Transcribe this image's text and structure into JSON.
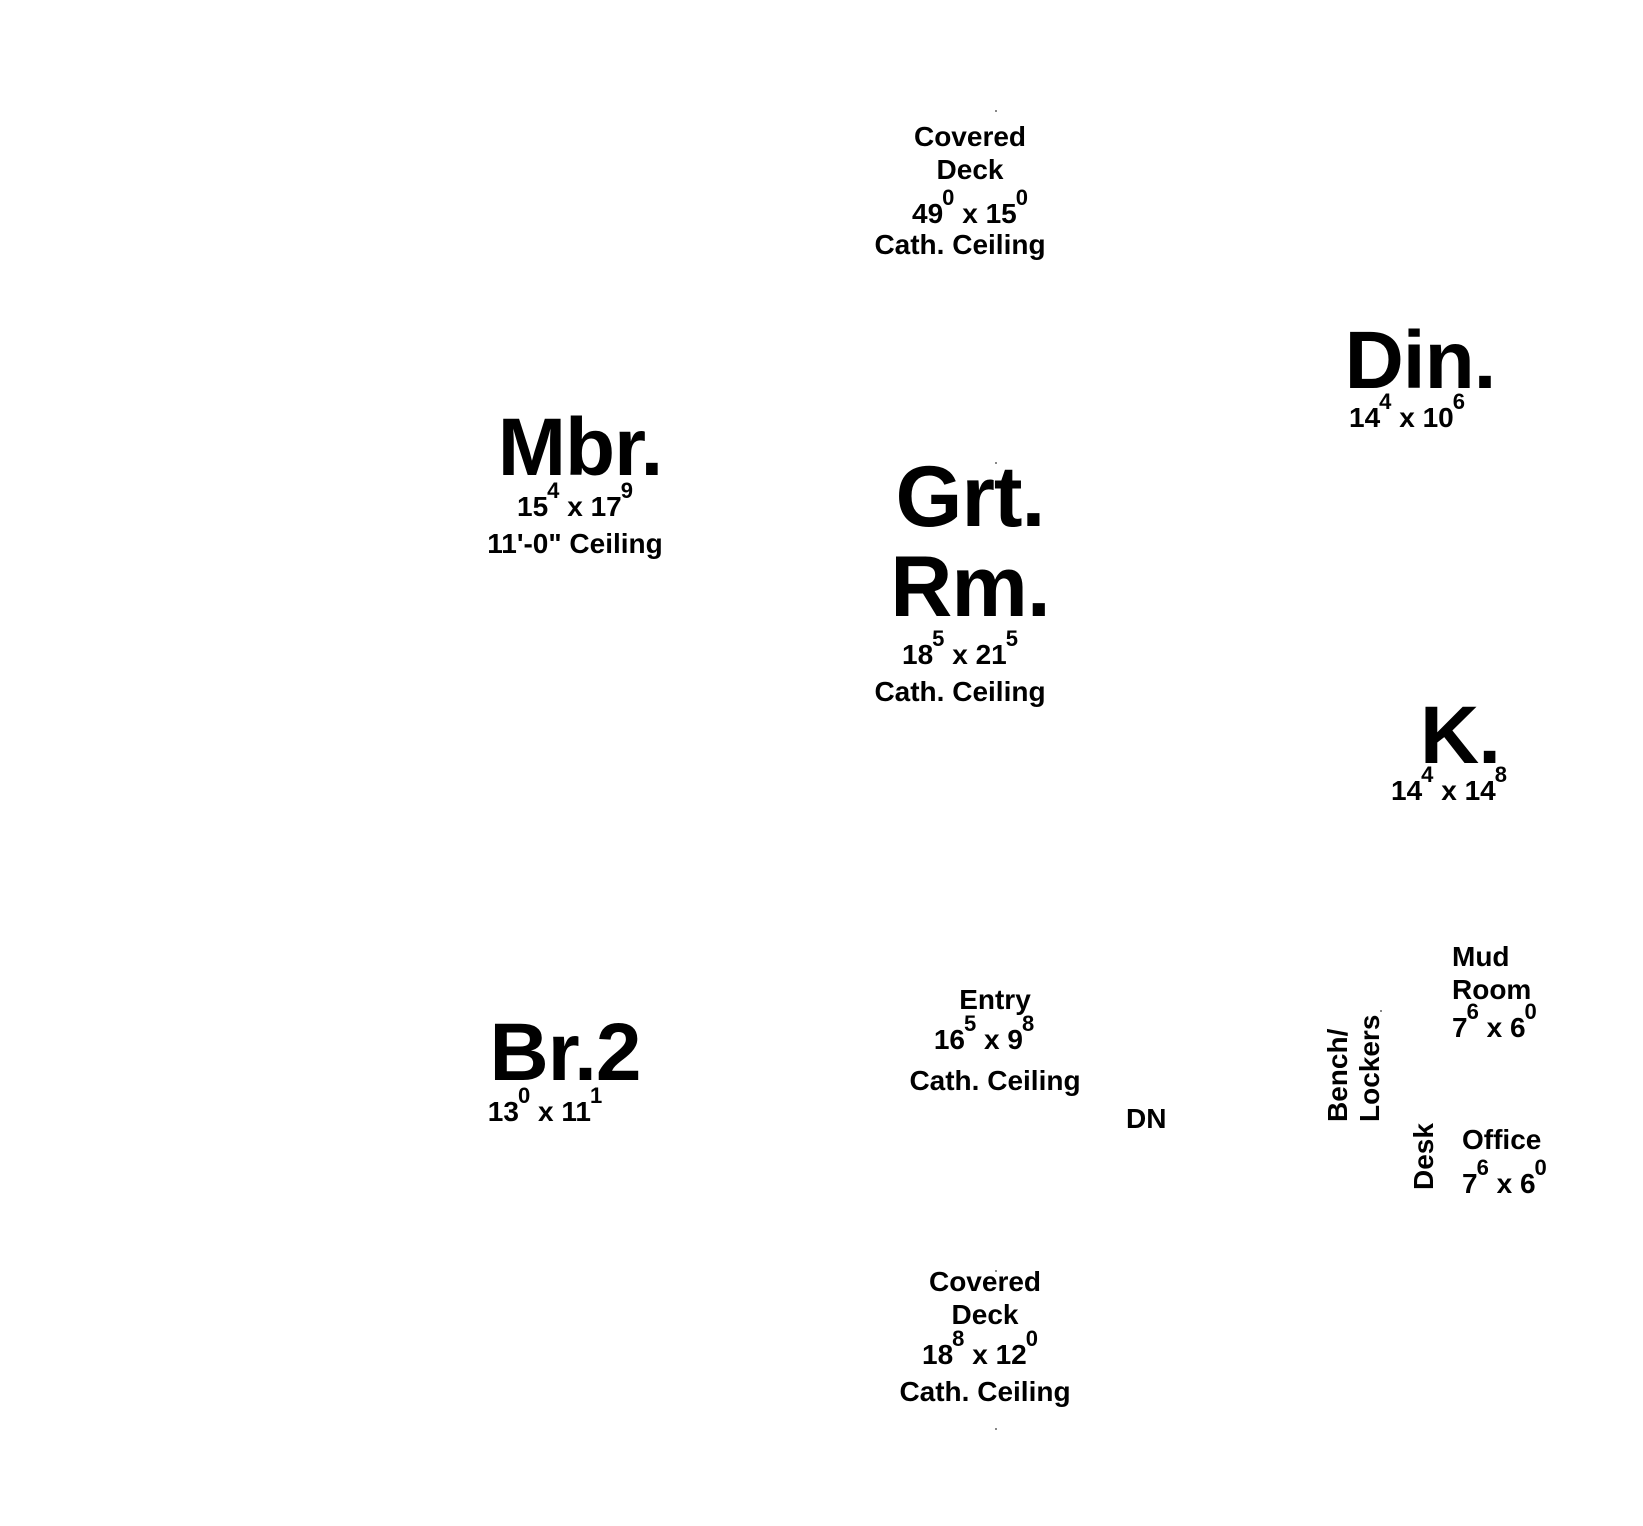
{
  "rooms": {
    "covered_deck_top": {
      "name1": "Covered",
      "name2": "Deck",
      "w": "49",
      "wi": "0",
      "x": "x",
      "l": "15",
      "li": "0",
      "note": "Cath. Ceiling"
    },
    "din": {
      "name": "Din.",
      "w": "14",
      "wi": "4",
      "x": "x",
      "l": "10",
      "li": "6"
    },
    "mbr": {
      "name": "Mbr.",
      "w": "15",
      "wi": "4",
      "x": "x",
      "l": "17",
      "li": "9",
      "note": "11'-0\" Ceiling"
    },
    "grt_rm": {
      "name1": "Grt.",
      "name2": "Rm.",
      "w": "18",
      "wi": "5",
      "x": "x",
      "l": "21",
      "li": "5",
      "note": "Cath. Ceiling"
    },
    "k": {
      "name": "K.",
      "w": "14",
      "wi": "4",
      "x": "x",
      "l": "14",
      "li": "8"
    },
    "mud_room": {
      "name1": "Mud",
      "name2": "Room",
      "w": "7",
      "wi": "6",
      "x": "x",
      "l": "6",
      "li": "0"
    },
    "br2": {
      "name": "Br.2",
      "w": "13",
      "wi": "0",
      "x": "x",
      "l": "11",
      "li": "1"
    },
    "entry": {
      "name": "Entry",
      "w": "16",
      "wi": "5",
      "x": "x",
      "l": "9",
      "li": "8",
      "note": "Cath. Ceiling"
    },
    "office": {
      "name": "Office",
      "w": "7",
      "wi": "6",
      "x": "x",
      "l": "6",
      "li": "0"
    },
    "covered_deck_bottom": {
      "name1": "Covered",
      "name2": "Deck",
      "w": "18",
      "wi": "8",
      "x": "x",
      "l": "12",
      "li": "0",
      "note": "Cath. Ceiling"
    }
  },
  "labels": {
    "dn": "DN",
    "bench": "Bench/",
    "lockers": "Lockers",
    "desk": "Desk"
  }
}
